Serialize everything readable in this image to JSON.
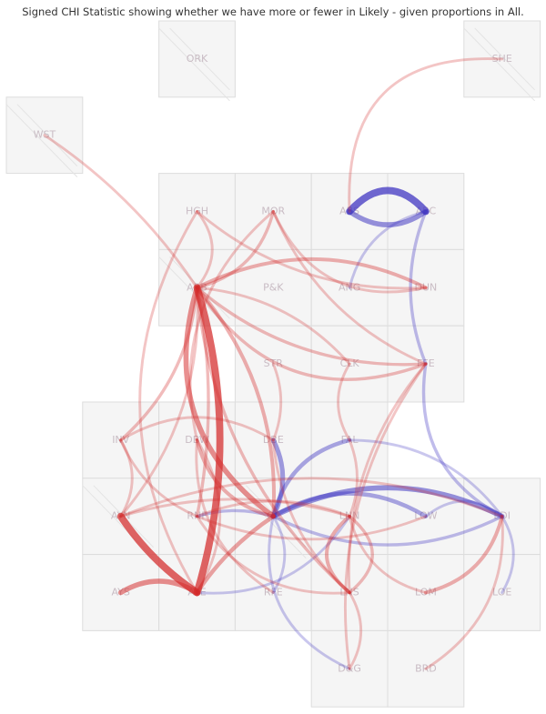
{
  "chart_data": {
    "type": "flow-map",
    "title": "Signed CHI Statistic showing whether we have more or fewer in Likely - given proportions in All.",
    "colors": {
      "positive": "#3a2fc0",
      "negative": "#d42a2a",
      "cell_fill": "#f5f5f5",
      "cell_border": "#dddddd",
      "label": "#c9bcc4"
    },
    "areas": [
      {
        "code": "ORK",
        "col": 2,
        "row": 0
      },
      {
        "code": "SHE",
        "col": 6,
        "row": 0
      },
      {
        "code": "WST",
        "col": 0,
        "row": 1
      },
      {
        "code": "HGH",
        "col": 2,
        "row": 2
      },
      {
        "code": "MOR",
        "col": 3,
        "row": 2
      },
      {
        "code": "ABS",
        "col": 4,
        "row": 2
      },
      {
        "code": "ABC",
        "col": 5,
        "row": 2
      },
      {
        "code": "ARB",
        "col": 2,
        "row": 3
      },
      {
        "code": "P&K",
        "col": 3,
        "row": 3
      },
      {
        "code": "ANG",
        "col": 4,
        "row": 3
      },
      {
        "code": "DUN",
        "col": 5,
        "row": 3
      },
      {
        "code": "STR",
        "col": 3,
        "row": 4
      },
      {
        "code": "CLK",
        "col": 4,
        "row": 4
      },
      {
        "code": "FFE",
        "col": 5,
        "row": 4
      },
      {
        "code": "INV",
        "col": 1,
        "row": 5
      },
      {
        "code": "DBW",
        "col": 2,
        "row": 5
      },
      {
        "code": "DBE",
        "col": 3,
        "row": 5
      },
      {
        "code": "FAL",
        "col": 4,
        "row": 5
      },
      {
        "code": "AYN",
        "col": 1,
        "row": 6
      },
      {
        "code": "RNF",
        "col": 2,
        "row": 6
      },
      {
        "code": "GL",
        "col": 3,
        "row": 6
      },
      {
        "code": "LNN",
        "col": 4,
        "row": 6
      },
      {
        "code": "LOW",
        "col": 5,
        "row": 6
      },
      {
        "code": "EDI",
        "col": 6,
        "row": 6
      },
      {
        "code": "AYS",
        "col": 1,
        "row": 7
      },
      {
        "code": "AYE",
        "col": 2,
        "row": 7
      },
      {
        "code": "RFE",
        "col": 3,
        "row": 7
      },
      {
        "code": "LNS",
        "col": 4,
        "row": 7
      },
      {
        "code": "LOM",
        "col": 5,
        "row": 7
      },
      {
        "code": "LOE",
        "col": 6,
        "row": 7
      },
      {
        "code": "D&G",
        "col": 4,
        "row": 8
      },
      {
        "code": "BRD",
        "col": 5,
        "row": 8
      }
    ],
    "flows": [
      {
        "from": "ABS",
        "to": "ABC",
        "chi": 6,
        "bend": -0.55
      },
      {
        "from": "ABC",
        "to": "ABS",
        "chi": 4,
        "bend": -0.35
      },
      {
        "from": "GL",
        "to": "EDI",
        "chi": 4,
        "bend": -0.25
      },
      {
        "from": "GL",
        "to": "LOW",
        "chi": 3,
        "bend": -0.3
      },
      {
        "from": "GL",
        "to": "DBE",
        "chi": 3.5,
        "bend": 0.25
      },
      {
        "from": "GL",
        "to": "FAL",
        "chi": 3,
        "bend": -0.3
      },
      {
        "from": "GL",
        "to": "RNF",
        "chi": 2,
        "bend": 0.15
      },
      {
        "from": "GL",
        "to": "EDI",
        "chi": 2,
        "bend": 0.25
      },
      {
        "from": "ABC",
        "to": "FFE",
        "chi": 2,
        "bend": 0.2
      },
      {
        "from": "FFE",
        "to": "EDI",
        "chi": 2,
        "bend": 0.35
      },
      {
        "from": "ANG",
        "to": "ABC",
        "chi": 1.5,
        "bend": -0.3
      },
      {
        "from": "FAL",
        "to": "EDI",
        "chi": 1.5,
        "bend": -0.25
      },
      {
        "from": "LOW",
        "to": "EDI",
        "chi": 1.5,
        "bend": -0.4
      },
      {
        "from": "LOE",
        "to": "EDI",
        "chi": 1.5,
        "bend": 0.3
      },
      {
        "from": "AYE",
        "to": "LNN",
        "chi": 1.5,
        "bend": 0.3
      },
      {
        "from": "RFE",
        "to": "GL",
        "chi": 1.5,
        "bend": 0.3
      },
      {
        "from": "GL",
        "to": "D&G",
        "chi": 1.5,
        "bend": 0.4
      },
      {
        "from": "ARB",
        "to": "GL",
        "chi": -4,
        "bend": 0.35
      },
      {
        "from": "ARB",
        "to": "GL",
        "chi": -2.5,
        "bend": -0.2
      },
      {
        "from": "GL",
        "to": "AYE",
        "chi": -3,
        "bend": 0.1
      },
      {
        "from": "DBW",
        "to": "GL",
        "chi": -2.5,
        "bend": 0.3
      },
      {
        "from": "ARB",
        "to": "AYE",
        "chi": -6,
        "bend": -0.15
      },
      {
        "from": "AYS",
        "to": "AYE",
        "chi": -4,
        "bend": -0.3
      },
      {
        "from": "AYN",
        "to": "AYE",
        "chi": -6,
        "bend": 0.1
      },
      {
        "from": "ARB",
        "to": "DUN",
        "chi": -2.5,
        "bend": -0.25
      },
      {
        "from": "ARB",
        "to": "FFE",
        "chi": -2,
        "bend": 0.2
      },
      {
        "from": "ARB",
        "to": "FFE",
        "chi": -2,
        "bend": 0.4
      },
      {
        "from": "ARB",
        "to": "INV",
        "chi": -2,
        "bend": -0.2
      },
      {
        "from": "ARB",
        "to": "RNF",
        "chi": -2,
        "bend": -0.1
      },
      {
        "from": "ARB",
        "to": "AYN",
        "chi": -1.5,
        "bend": -0.2
      },
      {
        "from": "ARB",
        "to": "LNS",
        "chi": -2,
        "bend": 0.2
      },
      {
        "from": "ARB",
        "to": "MOR",
        "chi": -2,
        "bend": 0.3
      },
      {
        "from": "ARB",
        "to": "HGH",
        "chi": -1.5,
        "bend": 0.4
      },
      {
        "from": "ARB",
        "to": "CLK",
        "chi": -1.5,
        "bend": -0.2
      },
      {
        "from": "WST",
        "to": "ARB",
        "chi": -1.5,
        "bend": -0.1
      },
      {
        "from": "SHE",
        "to": "ABS",
        "chi": -1.5,
        "bend": 0.55
      },
      {
        "from": "MOR",
        "to": "DUN",
        "chi": -1.5,
        "bend": 0.4
      },
      {
        "from": "MOR",
        "to": "FFE",
        "chi": -1.5,
        "bend": 0.2
      },
      {
        "from": "HGH",
        "to": "AYE",
        "chi": -1.5,
        "bend": 0.3
      },
      {
        "from": "HGH",
        "to": "DUN",
        "chi": -1.5,
        "bend": 0.2
      },
      {
        "from": "MOR",
        "to": "DBW",
        "chi": -1.5,
        "bend": 0.3
      },
      {
        "from": "STR",
        "to": "DBE",
        "chi": -1.5,
        "bend": -0.2
      },
      {
        "from": "CLK",
        "to": "FAL",
        "chi": -1.5,
        "bend": 0.3
      },
      {
        "from": "FFE",
        "to": "LNS",
        "chi": -1.5,
        "bend": 0.2
      },
      {
        "from": "FFE",
        "to": "D&G",
        "chi": -1.5,
        "bend": 0.2
      },
      {
        "from": "INV",
        "to": "RNF",
        "chi": -1.5,
        "bend": 0.2
      },
      {
        "from": "INV",
        "to": "DBE",
        "chi": -1.5,
        "bend": -0.3
      },
      {
        "from": "INV",
        "to": "AYN",
        "chi": -1.5,
        "bend": -0.3
      },
      {
        "from": "AYN",
        "to": "LNN",
        "chi": -1.5,
        "bend": -0.15
      },
      {
        "from": "AYN",
        "to": "EDI",
        "chi": -1.5,
        "bend": -0.2
      },
      {
        "from": "RNF",
        "to": "LNN",
        "chi": -1.5,
        "bend": -0.2
      },
      {
        "from": "RNF",
        "to": "LOW",
        "chi": -1.5,
        "bend": 0.2
      },
      {
        "from": "RNF",
        "to": "LNS",
        "chi": -1.5,
        "bend": 0.3
      },
      {
        "from": "DBW",
        "to": "RFE",
        "chi": -1.5,
        "bend": 0.3
      },
      {
        "from": "DBW",
        "to": "AYE",
        "chi": -1.5,
        "bend": -0.3
      },
      {
        "from": "LNN",
        "to": "LNS",
        "chi": -2.5,
        "bend": 0.6
      },
      {
        "from": "LNS",
        "to": "LNN",
        "chi": -2,
        "bend": 0.6
      },
      {
        "from": "LNN",
        "to": "FAL",
        "chi": -1.5,
        "bend": 0.2
      },
      {
        "from": "LOM",
        "to": "EDI",
        "chi": -2.5,
        "bend": 0.3
      },
      {
        "from": "LOM",
        "to": "LNN",
        "chi": -1.5,
        "bend": -0.3
      },
      {
        "from": "BRD",
        "to": "EDI",
        "chi": -1.5,
        "bend": 0.3
      },
      {
        "from": "D&G",
        "to": "LNS",
        "chi": -1.5,
        "bend": 0.3
      },
      {
        "from": "DBE",
        "to": "LNS",
        "chi": -1.5,
        "bend": 0.2
      }
    ]
  }
}
